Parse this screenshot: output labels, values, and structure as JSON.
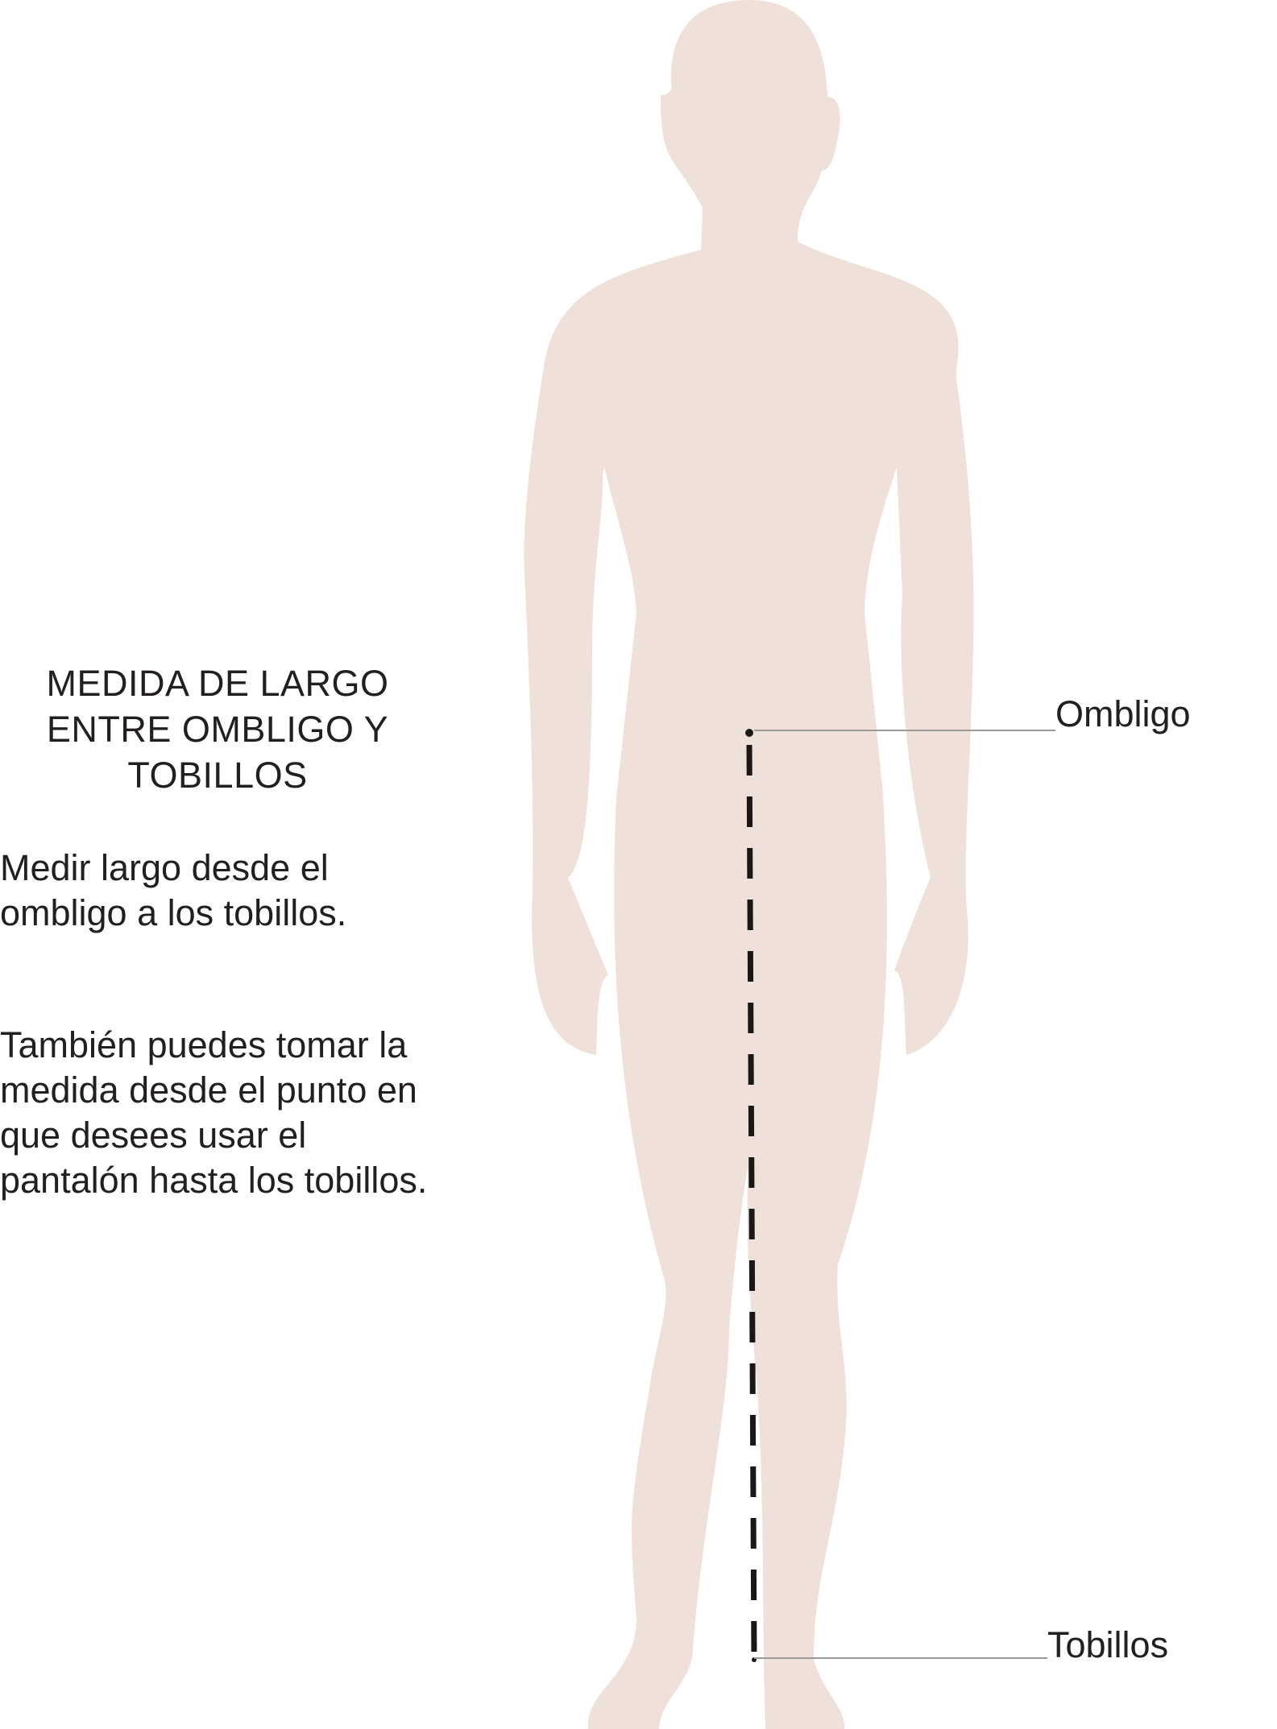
{
  "title": "MEDIDA DE LARGO ENTRE OMBLIGO Y TOBILLOS",
  "instructions": [
    "Medir largo desde el ombligo a los tobillos.",
    "También puedes tomar la medida desde el punto en que desees usar el pantalón hasta los tobillos."
  ],
  "labels": {
    "navel": "Ombligo",
    "ankles": "Tobillos"
  },
  "colors": {
    "body": "#efe1da",
    "text": "#231f20",
    "measure_line": "#1a1718",
    "leader_line": "#9a9a9a"
  }
}
